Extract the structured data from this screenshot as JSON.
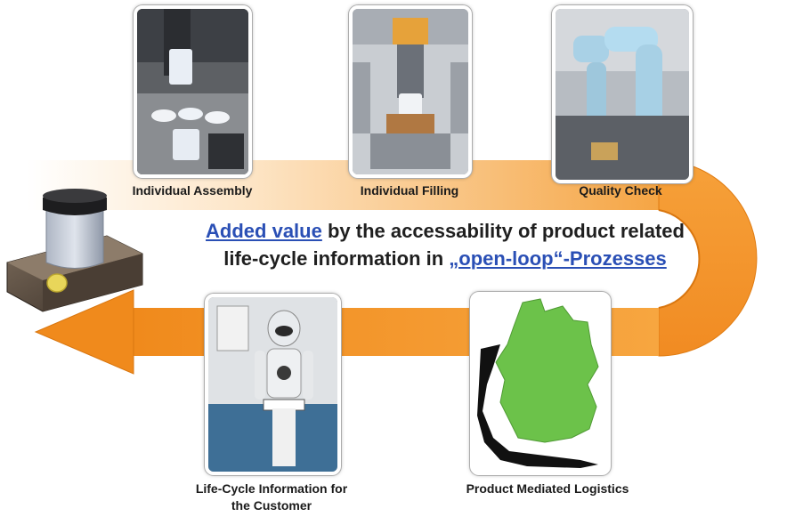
{
  "steps": {
    "assembly": {
      "label": "Individual Assembly"
    },
    "filling": {
      "label": "Individual Filling"
    },
    "quality": {
      "label": "Quality Check"
    },
    "logistics": {
      "label": "Product Mediated Logistics"
    },
    "customer": {
      "label_line1": "Life-Cycle Information for",
      "label_line2": "the Customer"
    }
  },
  "headline": {
    "line1_highlight": "Added value",
    "line1_rest": " by the accessability of product related",
    "line2_prefix": "life-cycle information in ",
    "line2_highlight": "„open-loop“-Prozesses"
  },
  "colors": {
    "arrow_orange": "#f39a2b",
    "arrow_light": "#fde2c0",
    "highlight_blue": "#2a4fb5",
    "map_green": "#6cc24a",
    "map_black": "#111111"
  },
  "icons": {
    "loop": "u-turn-arrow-icon",
    "container": "product-container-icon",
    "map": "germany-map-icon"
  }
}
